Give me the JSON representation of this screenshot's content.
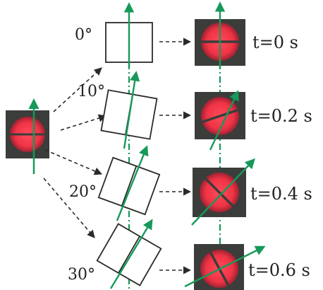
{
  "colors": {
    "beam": "#ee3345",
    "beam_core": "#ff4a5a",
    "frame": "#3b3d3a",
    "arrow": "#17995a",
    "box": "#2a2a2a",
    "dashed": "#2a2a2a"
  },
  "angles": [
    "0°",
    "10°",
    "20°",
    "30°"
  ],
  "times": [
    "t=0 s",
    "t=0.2 s",
    "t=0.4 s",
    "t=0.6 s"
  ],
  "angle_values": [
    0,
    10,
    20,
    30
  ],
  "time_values": [
    0,
    0.2,
    0.4,
    0.6
  ]
}
